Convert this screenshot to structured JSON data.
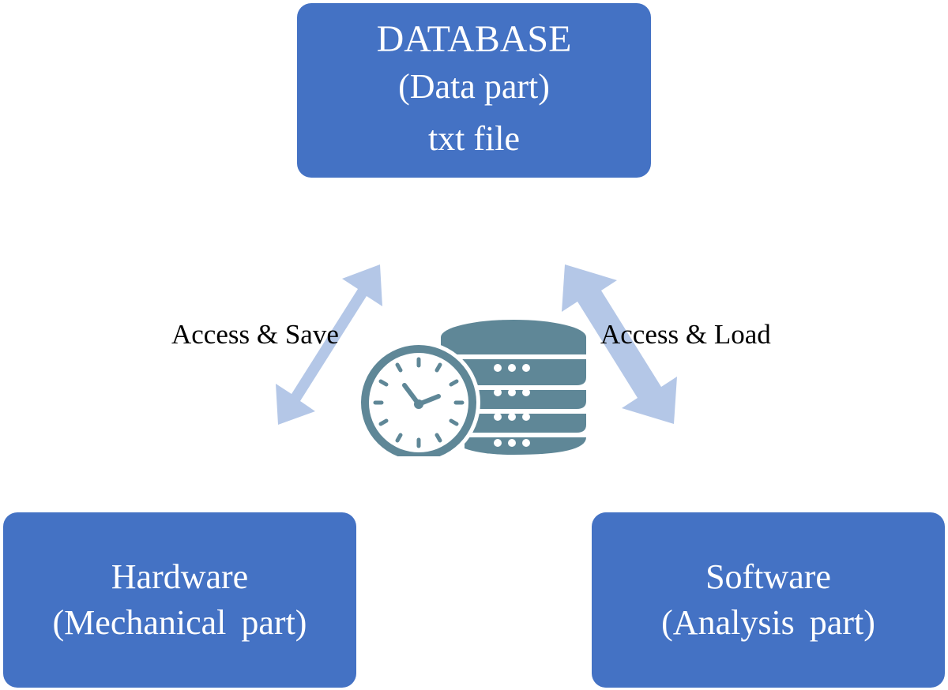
{
  "colors": {
    "box_fill": "#4472c4",
    "box_text": "#ffffff",
    "arrow_fill": "#b4c7e7",
    "icon_fill": "#5f8797",
    "label_text": "#000000"
  },
  "nodes": {
    "database": {
      "line1": "DATABASE",
      "line2": "(Data part)",
      "line3": "txt file"
    },
    "hardware": {
      "line1": "Hardware",
      "line2": "(Mechanical part)"
    },
    "software": {
      "line1": "Software",
      "line2": "(Analysis part)"
    }
  },
  "edges": {
    "left": {
      "label": "Access & Save",
      "direction": "bidirectional",
      "from": "hardware",
      "to": "database"
    },
    "right": {
      "label": "Access & Load",
      "direction": "bidirectional",
      "from": "database",
      "to": "software"
    }
  },
  "center_icon": {
    "icon": "database-clock-icon"
  }
}
